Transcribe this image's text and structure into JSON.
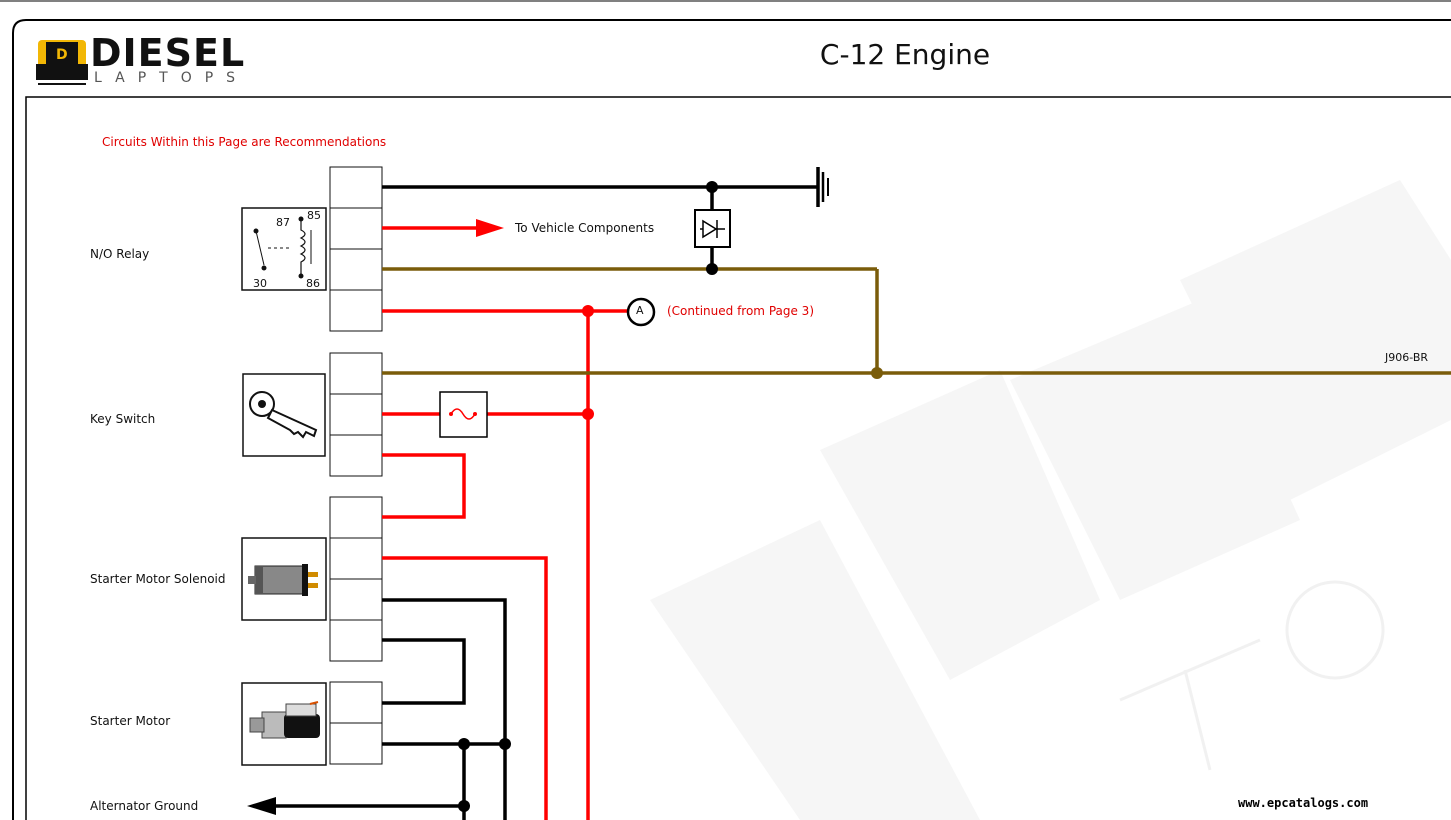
{
  "header": {
    "logo_main": "DIESEL",
    "logo_sub": "LAPTOPS",
    "title": "C-12 Engine"
  },
  "notice": "Circuits Within this Page are Recommendations",
  "components": {
    "relay_label": "N/O Relay",
    "relay_pins": [
      "87",
      "85",
      "30",
      "86"
    ],
    "key_switch_label": "Key Switch",
    "solenoid_label": "Starter Motor Solenoid",
    "starter_label": "Starter Motor",
    "alt_ground_label": "Alternator Ground"
  },
  "annotations": {
    "to_vehicle": "To Vehicle Components",
    "connector_a": "A",
    "continued": "(Continued from Page 3)",
    "wire_id": "J906-BR"
  },
  "watermark_url": "www.epcatalogs.com",
  "colors": {
    "power": "#ff0000",
    "ground": "#000000",
    "signal": "#7a5c0a",
    "notice": "#e00000"
  }
}
